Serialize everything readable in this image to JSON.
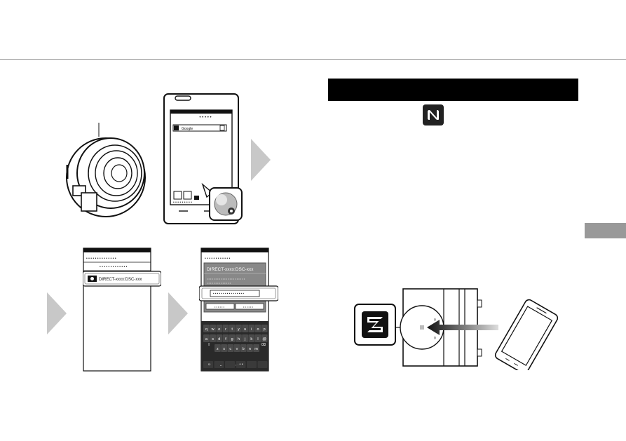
{
  "phone1": {
    "search_label": "Google"
  },
  "screen1": {
    "ssid": "DIRECT-xxxx:DSC-xxx"
  },
  "screen2": {
    "ssid": "DIRECT-xxxx:DSC-xxx"
  },
  "keyboard": {
    "row1": [
      "q",
      "w",
      "e",
      "r",
      "t",
      "y",
      "u",
      "i",
      "o",
      "p"
    ],
    "row2": [
      "a",
      "s",
      "d",
      "f",
      "g",
      "h",
      "j",
      "k",
      "l",
      "@"
    ],
    "row3": [
      "z",
      "x",
      "c",
      "v",
      "b",
      "n",
      "m"
    ]
  },
  "colors": {
    "dark": "#000000",
    "gray": "#999999",
    "arrow": "#c8c8c8",
    "keyboard_bg": "#2a2a2a"
  }
}
